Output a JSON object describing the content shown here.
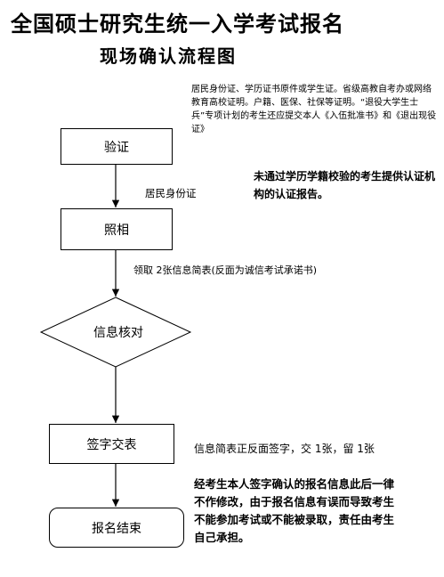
{
  "title": {
    "line1": "全国硕士研究生统一入学考试报名",
    "line2": "现场确认流程图"
  },
  "steps": [
    "验证",
    "照相",
    "信息核对",
    "签字交表",
    "报名结束"
  ],
  "notes": {
    "required_documents": "居民身份证、学历证书原件或学生证。省级高教自考办或网络教育高校证明。户籍、医保、社保等证明。“退役大学生士兵”专项计划的考生还应提交本人《入伍批准书》和《退出现役证》",
    "unverified_degree": "未通过学历学籍校验的考生提供认证机构的认证报告。",
    "id_card": "居民身份证",
    "info_sheets": "领取 2张信息简表(反面为诚信考试承诺书)",
    "sign_sheet": "信息简表正反面签字，交 1张，留 1张",
    "final_notice": "经考生本人签字确认的报名信息此后一律不作修改，由于报名信息有误而导致考生不能参加考试或不能被录取，责任由考生自己承担。"
  }
}
